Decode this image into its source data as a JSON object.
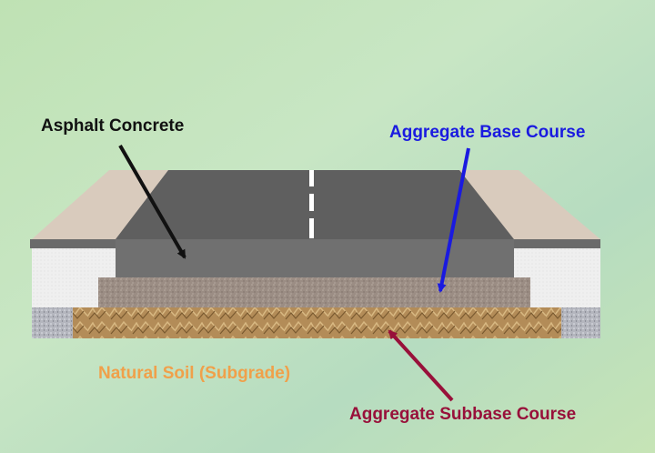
{
  "labels": {
    "asphalt": "Asphalt Concrete",
    "base": "Aggregate Base Course",
    "subgrade": "Natural Soil (Subgrade)",
    "subbase": "Aggregate Subbase Course"
  },
  "colors": {
    "asphalt_label": "#111111",
    "base_label": "#1a1ae0",
    "subgrade_label": "#f0a04a",
    "subbase_label": "#98103a",
    "background": "#bfe0b8"
  }
}
